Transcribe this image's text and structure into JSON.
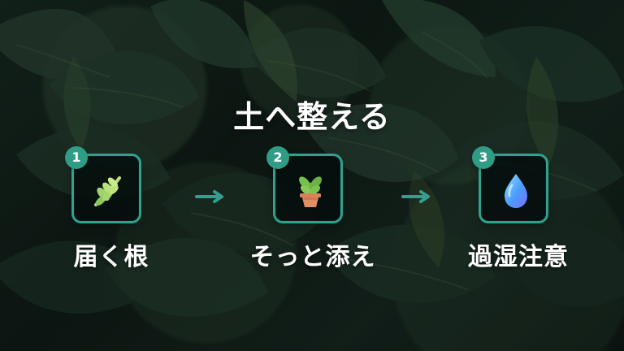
{
  "title": "土へ整える",
  "steps": [
    {
      "number": "1",
      "label": "届く根",
      "icon": "herb-leaf-icon"
    },
    {
      "number": "2",
      "label": "そっと添え",
      "icon": "potted-plant-icon"
    },
    {
      "number": "3",
      "label": "過湿注意",
      "icon": "water-drop-icon"
    }
  ],
  "colors": {
    "accent": "#2ea28f",
    "badge": "#2f9d86",
    "text": "#ffffff",
    "tile_background": "#040e0c"
  }
}
